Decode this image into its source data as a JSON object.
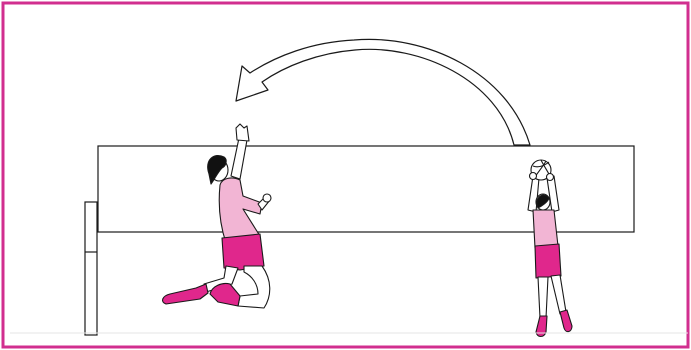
{
  "colors": {
    "frame": "#d12f8f",
    "jersey": "#f2b5d4",
    "shorts": "#e0278c",
    "skin": "#ffffff",
    "hair": "#111111",
    "outline": "#1a1a1a",
    "arrow_fill": "#ffffff"
  },
  "figures": [
    {
      "name": "jumping-player",
      "action": "jump-and-reach"
    },
    {
      "name": "setter-player",
      "action": "overhead-set"
    }
  ],
  "objects": {
    "ball": "volleyball-icon",
    "net": "net",
    "arrow": "curved-arrow-right-to-left"
  }
}
